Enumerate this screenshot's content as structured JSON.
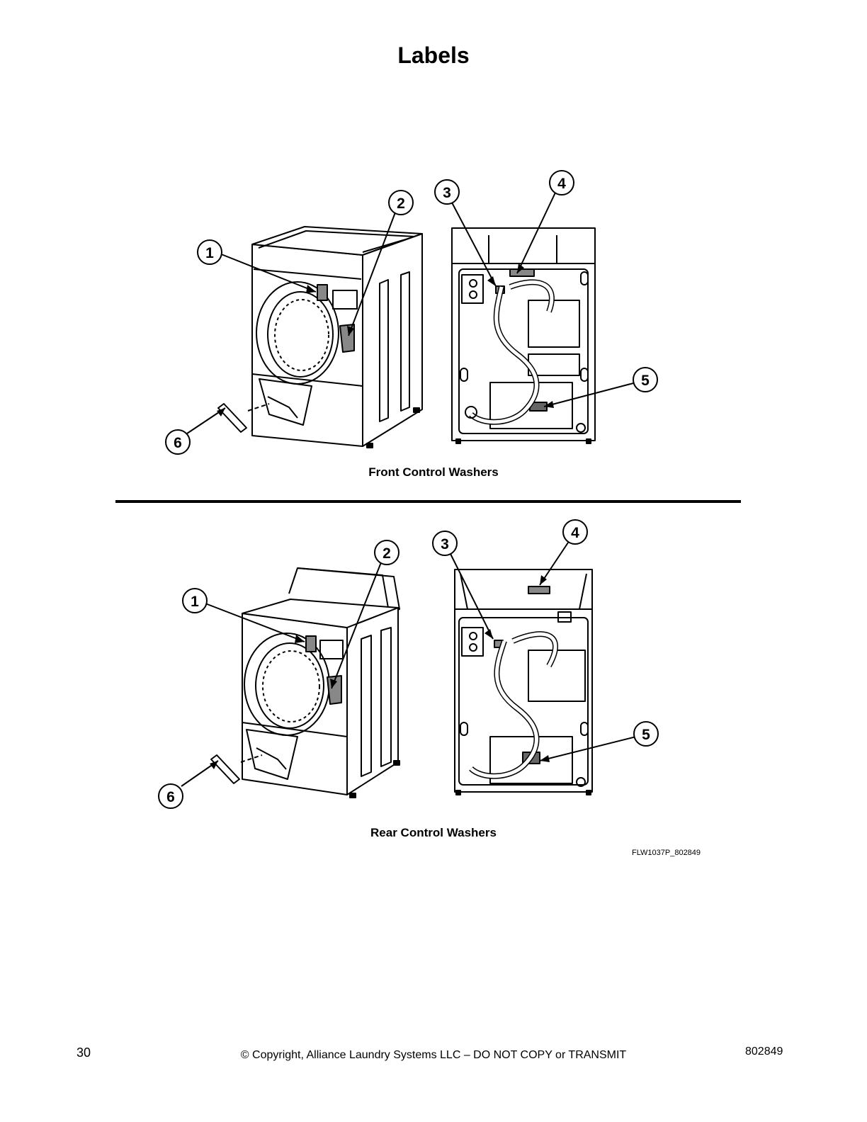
{
  "page": {
    "title": "Labels",
    "page_number": "30",
    "copyright": "© Copyright, Alliance Laundry Systems LLC – DO NOT COPY or TRANSMIT",
    "doc_number": "802849"
  },
  "figures": [
    {
      "caption": "Front Control Washers",
      "callouts": [
        "1",
        "2",
        "3",
        "4",
        "5",
        "6"
      ]
    },
    {
      "caption": "Rear Control Washers",
      "callouts": [
        "1",
        "2",
        "3",
        "4",
        "5",
        "6"
      ]
    }
  ],
  "figure_id": "FLW1037P_802849"
}
